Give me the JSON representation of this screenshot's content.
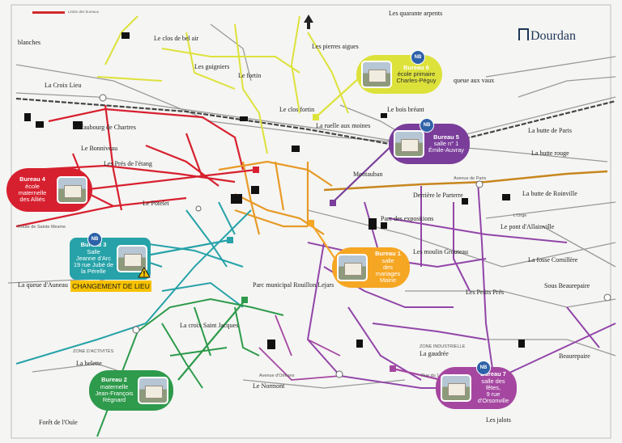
{
  "logo": {
    "text": "Dourdan"
  },
  "legend": {
    "text": "Limite des bureaux"
  },
  "places": [
    {
      "id": "blanches",
      "label": "blanches"
    },
    {
      "id": "quarante",
      "label": "Les quarante arpents"
    },
    {
      "id": "clos_bel_air",
      "label": "Le clos de bel air"
    },
    {
      "id": "guigniers",
      "label": "Les guigniers"
    },
    {
      "id": "pierres_aigues",
      "label": "Les pierres aigues"
    },
    {
      "id": "croix_lieu",
      "label": "La Croix Lieu"
    },
    {
      "id": "fortin",
      "label": "Le fortin"
    },
    {
      "id": "clos_fortin",
      "label": "Le clos fortin"
    },
    {
      "id": "queue_vaux",
      "label": "queue aux vaux"
    },
    {
      "id": "bois_breant",
      "label": "Le bois bréant"
    },
    {
      "id": "ruelle_moines",
      "label": "La ruelle aux moines"
    },
    {
      "id": "faubourg",
      "label": "Le faubourg de Chartres"
    },
    {
      "id": "bonniveau",
      "label": "Le Bonniveau"
    },
    {
      "id": "butte_paris",
      "label": "La butte de Paris"
    },
    {
      "id": "butte_rouge",
      "label": "La butte rouge"
    },
    {
      "id": "pres_etang",
      "label": "Les Prés de l'étang"
    },
    {
      "id": "montauban",
      "label": "Montauban"
    },
    {
      "id": "potelet",
      "label": "Le Potelet"
    },
    {
      "id": "derriere",
      "label": "Derrière le Parterre"
    },
    {
      "id": "butte_roinville",
      "label": "La butte de Roinville"
    },
    {
      "id": "parc_expo",
      "label": "Parc des expositions"
    },
    {
      "id": "pont_allainville",
      "label": "Le pont d'Allainville"
    },
    {
      "id": "moulin",
      "label": "Les moulin Grouteau"
    },
    {
      "id": "fosse",
      "label": "La fosse Cornillère"
    },
    {
      "id": "queue_auneau",
      "label": "La queue d'Auneau"
    },
    {
      "id": "parc_municipal",
      "label": "Parc municipal Rouillon Lejars"
    },
    {
      "id": "petits_pres",
      "label": "Les Petits Prés"
    },
    {
      "id": "sous_beaurepaire",
      "label": "Sous Beaurepaire"
    },
    {
      "id": "croix_st_jacques",
      "label": "La croix Saint Jacques"
    },
    {
      "id": "gaudree",
      "label": "La gaudrée"
    },
    {
      "id": "beaurepaire",
      "label": "Beaurepaire"
    },
    {
      "id": "belette",
      "label": "La belette"
    },
    {
      "id": "normont",
      "label": "Le Normont"
    },
    {
      "id": "foret_ouie",
      "label": "Forêt de l'Ouïe"
    },
    {
      "id": "jalots",
      "label": "Les jalots"
    }
  ],
  "streets": [
    {
      "id": "av_paris",
      "label": "Avenue de Paris"
    },
    {
      "id": "rte_st_mesme",
      "label": "Route de Sainte Mesme"
    },
    {
      "id": "av_orleans",
      "label": "Avenue d'Orléans"
    },
    {
      "id": "juillet",
      "label": "Rue du 14 Juillet 1789"
    },
    {
      "id": "orge",
      "label": "L'Orge"
    },
    {
      "id": "zone_act",
      "label": "ZONE D'ACTIVITÉS"
    },
    {
      "id": "zone_ind",
      "label": "ZONE INDUSTRIELLE"
    }
  ],
  "bureaux": [
    {
      "id": "b1",
      "title": "Bureau 1",
      "lines": [
        "salle",
        "des mariages",
        "Mairie"
      ],
      "color": "#f5a623"
    },
    {
      "id": "b2",
      "title": "Bureau 2",
      "lines": [
        "maternelle",
        "Jean-François",
        "Régnard"
      ],
      "color": "#2e9a4b"
    },
    {
      "id": "b3",
      "title": "Bureau 3",
      "lines": [
        "Salle",
        "Jeanne d'Arc",
        "19 rue Jubé de",
        "la Pérelle"
      ],
      "color": "#26a2a8"
    },
    {
      "id": "b4",
      "title": "Bureau 4",
      "lines": [
        "école",
        "maternelle",
        "des Alliés"
      ],
      "color": "#d7202f"
    },
    {
      "id": "b5",
      "title": "Bureau 5",
      "lines": [
        "salle n° 1",
        "Émile-Auvray"
      ],
      "color": "#7a3d9a"
    },
    {
      "id": "b6",
      "title": "Bureau 6",
      "lines": [
        "école primaire",
        "Charles-Péguy"
      ],
      "color": "#dde23b"
    },
    {
      "id": "b7",
      "title": "Bureau 7",
      "lines": [
        "salle des fêtes,",
        "9 rue",
        "d'Orsonville"
      ],
      "color": "#a547a1"
    }
  ],
  "nb_badges": [
    {
      "id": "nb_b6",
      "label": "NB"
    },
    {
      "id": "nb_b5",
      "label": "NB"
    },
    {
      "id": "nb_b3",
      "label": "NB"
    },
    {
      "id": "nb_b7",
      "label": "NB"
    }
  ],
  "warning": {
    "text": "CHANGEMENT DE LIEU"
  },
  "colors": {
    "red": "#d7202f",
    "orange": "#f5a623",
    "yellow": "#dde23b",
    "purple": "#7a3d9a",
    "teal": "#26a2a8",
    "green": "#2e9a4b",
    "violet": "#a547a1",
    "brown": "#c7861d"
  }
}
